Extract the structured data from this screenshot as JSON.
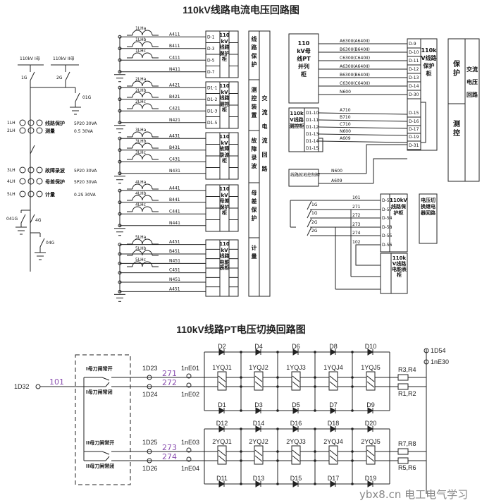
{
  "title_top": "110kV线路电流电压回路图",
  "title_bottom": "110kV线路PT电压切换回路图",
  "single_line": {
    "bus1": "110kV I母",
    "bus2": "110kV II母",
    "switches": [
      "1G",
      "2G",
      "01G",
      "041G",
      "4G",
      "04G"
    ],
    "cts": [
      {
        "id": "1LH",
        "use": "线路保护",
        "spec": "5P20 30VA"
      },
      {
        "id": "2LH",
        "use": "测量",
        "spec": "0.5 30VA"
      },
      {
        "id": "3LH",
        "use": "故障录波",
        "spec": "5P20 30VA"
      },
      {
        "id": "4LH",
        "use": "母差保护",
        "spec": "5P20 30VA"
      },
      {
        "id": "5LH",
        "use": "计量",
        "spec": "0.2S 30VA"
      }
    ]
  },
  "current_groups": [
    {
      "cts": [
        "1LHa",
        "1LHb",
        "1LHc"
      ],
      "wires": [
        "A411",
        "B411",
        "C411",
        "N411"
      ],
      "terminals": [
        "D-1",
        "D-3",
        "D-5",
        "D-7"
      ],
      "cabinet": "110kV线路保护柜"
    },
    {
      "cts": [
        "2LHa",
        "2LHb",
        "2LHc"
      ],
      "wires": [
        "A421",
        "B421",
        "C421",
        "N421"
      ],
      "terminals": [
        "D1-1",
        "D1-2",
        "D1-3",
        "D1-5"
      ],
      "cabinet": "110kV线路测控柜"
    },
    {
      "cts": [
        "3LHa",
        "3LHb",
        "3LHc"
      ],
      "wires": [
        "A431",
        "B431",
        "C431",
        "N431"
      ],
      "terminals": [
        "",
        "",
        "",
        ""
      ],
      "cabinet": "110kV故障录波柜"
    },
    {
      "cts": [
        "4LHa",
        "4LHb",
        "4LHc"
      ],
      "wires": [
        "A441",
        "B441",
        "C441",
        "N441"
      ],
      "terminals": [
        "",
        "",
        "",
        ""
      ],
      "cabinet": "110kV母差保护柜"
    },
    {
      "cts": [
        "5LHa",
        "5LHb",
        "5LHc"
      ],
      "wires": [
        "A451",
        "B451",
        "N451",
        "C451",
        "N451",
        "A451"
      ],
      "terminals": [
        "",
        "",
        "",
        "",
        "",
        ""
      ],
      "cabinet": "110kV线路电能表柜"
    }
  ],
  "current_functions": [
    "线路保护",
    "测控装置",
    "故障录波",
    "母差保护",
    "计量"
  ],
  "current_loop_label": "交流电流回路",
  "voltage": {
    "pt_cabinet": "110kV母线PT并列柜",
    "pt_wires": [
      "A630II(A640II)",
      "B630II(B640II)",
      "C630II(C640II)",
      "A630II(A640II)",
      "B630II(B640II)",
      "C630II(C640II)",
      "N600"
    ],
    "prot_terminals": [
      "D-9",
      "D-10",
      "D-11",
      "D-12",
      "D-13",
      "D-14",
      "D-30",
      "D-15",
      "D-16",
      "D-17",
      "D-19",
      "D-31"
    ],
    "prot_cabinet": "110kV线路保护柜",
    "meas_cabinet": "110kV线路测控柜",
    "meas_terminals": [
      "D1-10",
      "D1-11",
      "D1-12",
      "D1-13",
      "D1-14",
      "D1-15"
    ],
    "meas_wires": [
      "A710",
      "B710",
      "C710",
      "N600",
      "A609"
    ],
    "local_cabinet": "线路就地控制柜",
    "local_wires": [
      "N600",
      "A609"
    ],
    "functions": [
      "保护",
      "测控"
    ],
    "loop_label": "交流电压回路"
  },
  "switching": {
    "contacts": [
      "1G",
      "1G",
      "2G",
      "2G"
    ],
    "wires": [
      "101",
      "271",
      "272",
      "273",
      "274",
      "102"
    ],
    "terminals": [
      "D-53",
      "D-57",
      "D-54",
      "D-58",
      "D-55",
      "D-56"
    ],
    "prot_cabinet": "110kV线路保护柜",
    "meter_cabinet": "110kV线路电能表柜",
    "relay_label": "电压切换继电器回路"
  },
  "pt_switch": {
    "input_terminal": "1D32",
    "input_wire": "101",
    "contacts": [
      "I母刀闸常开",
      "I母刀闸常闭",
      "II母刀闸常开",
      "II母刀闸常闭"
    ],
    "terminals": [
      "1D23",
      "1D24",
      "1D25",
      "1D26"
    ],
    "wires": [
      "271",
      "272",
      "273",
      "274"
    ],
    "plugs": [
      "1nE01",
      "1nE02",
      "1nE03",
      "1nE04"
    ],
    "row1_diodes_top": [
      "D2",
      "D4",
      "D6",
      "D8",
      "D10"
    ],
    "row1_relays": [
      "1YQJ1",
      "1YQJ2",
      "1YQJ3",
      "1YQJ4",
      "1YQJ5"
    ],
    "row1_diodes_bottom": [
      "D1",
      "D3",
      "D5",
      "D7",
      "D9"
    ],
    "row2_diodes_top": [
      "D12",
      "D14",
      "D16",
      "D18",
      "D20"
    ],
    "row2_relays": [
      "2YQJ1",
      "2YQJ2",
      "2YQJ3",
      "2YQJ4",
      "2YQJ5"
    ],
    "row2_diodes_bottom": [
      "D11",
      "D13",
      "D15",
      "D17",
      "D19"
    ],
    "resistors": [
      "R3,R4",
      "R1,R2",
      "R7,R8",
      "R5,R6"
    ],
    "out_terminal": "1D54",
    "out_plug": "1nE30"
  },
  "watermark": "ybx8.cn 电工电气学习"
}
